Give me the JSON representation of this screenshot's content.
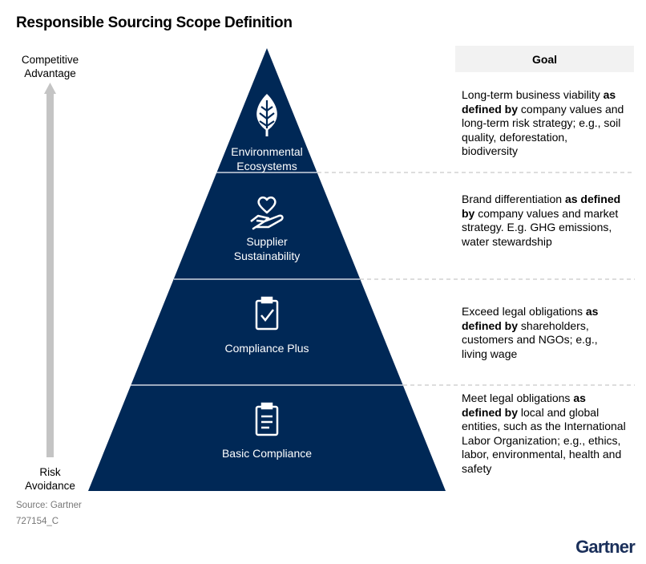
{
  "title": "Responsible Sourcing Scope Definition",
  "axis": {
    "top_label_1": "Competitive",
    "top_label_2": "Advantage",
    "bottom_label_1": "Risk",
    "bottom_label_2": "Avoidance"
  },
  "colors": {
    "pyramid": "#002856",
    "arrow": "#c4c4c4",
    "header_bg": "#f2f2f2",
    "logo": "#1a2f5a"
  },
  "tiers": [
    {
      "line1": "Environmental",
      "line2": "Ecosystems",
      "icon": "leaf-icon"
    },
    {
      "line1": "Supplier",
      "line2": "Sustainability",
      "icon": "hand-heart-icon"
    },
    {
      "line1": "Compliance Plus",
      "line2": "",
      "icon": "clipboard-check-icon"
    },
    {
      "line1": "Basic Compliance",
      "line2": "",
      "icon": "clipboard-icon"
    }
  ],
  "goal_header": "Goal",
  "goals": [
    {
      "pre": "Long-term business viability ",
      "bold": "as defined by",
      "post": " company values and long-term risk strategy; e.g., soil quality, deforestation, biodiversity"
    },
    {
      "pre": "Brand differentiation ",
      "bold": "as defined by",
      "post": " company values and market strategy. E.g. GHG emissions, water stewardship"
    },
    {
      "pre": "Exceed legal obligations ",
      "bold": "as defined by",
      "post": " shareholders, customers and NGOs; e.g., living wage"
    },
    {
      "pre": "Meet legal obligations ",
      "bold": "as defined by",
      "post": " local and global entities, such as the International Labor Organization; e.g., ethics, labor, environmental, health and safety"
    }
  ],
  "source": "Source: Gartner",
  "code": "727154_C",
  "logo": "Gartner"
}
